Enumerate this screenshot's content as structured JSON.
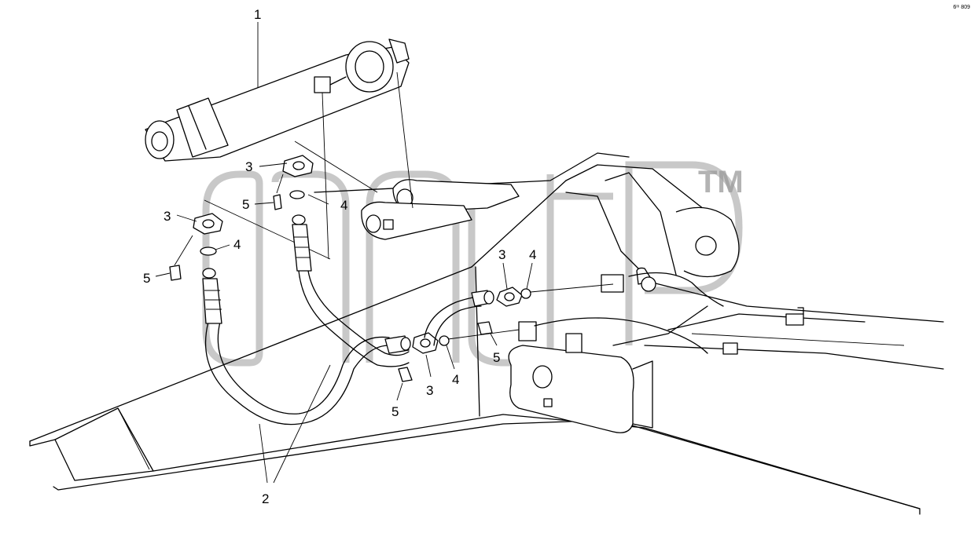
{
  "corner_code": "6ᵐ 809",
  "watermark": {
    "trademark": "TM"
  },
  "callouts": [
    {
      "id": "c1a",
      "text": "1"
    },
    {
      "id": "c3a",
      "text": "3"
    },
    {
      "id": "c5a",
      "text": "5"
    },
    {
      "id": "c4a",
      "text": "4"
    },
    {
      "id": "c3b",
      "text": "3"
    },
    {
      "id": "c4b",
      "text": "4"
    },
    {
      "id": "c5b",
      "text": "5"
    },
    {
      "id": "c3c",
      "text": "3"
    },
    {
      "id": "c4c",
      "text": "4"
    },
    {
      "id": "c5c",
      "text": "5"
    },
    {
      "id": "c3d",
      "text": "3"
    },
    {
      "id": "c4d",
      "text": "4"
    },
    {
      "id": "c5d",
      "text": "5"
    },
    {
      "id": "c2a",
      "text": "2"
    }
  ]
}
